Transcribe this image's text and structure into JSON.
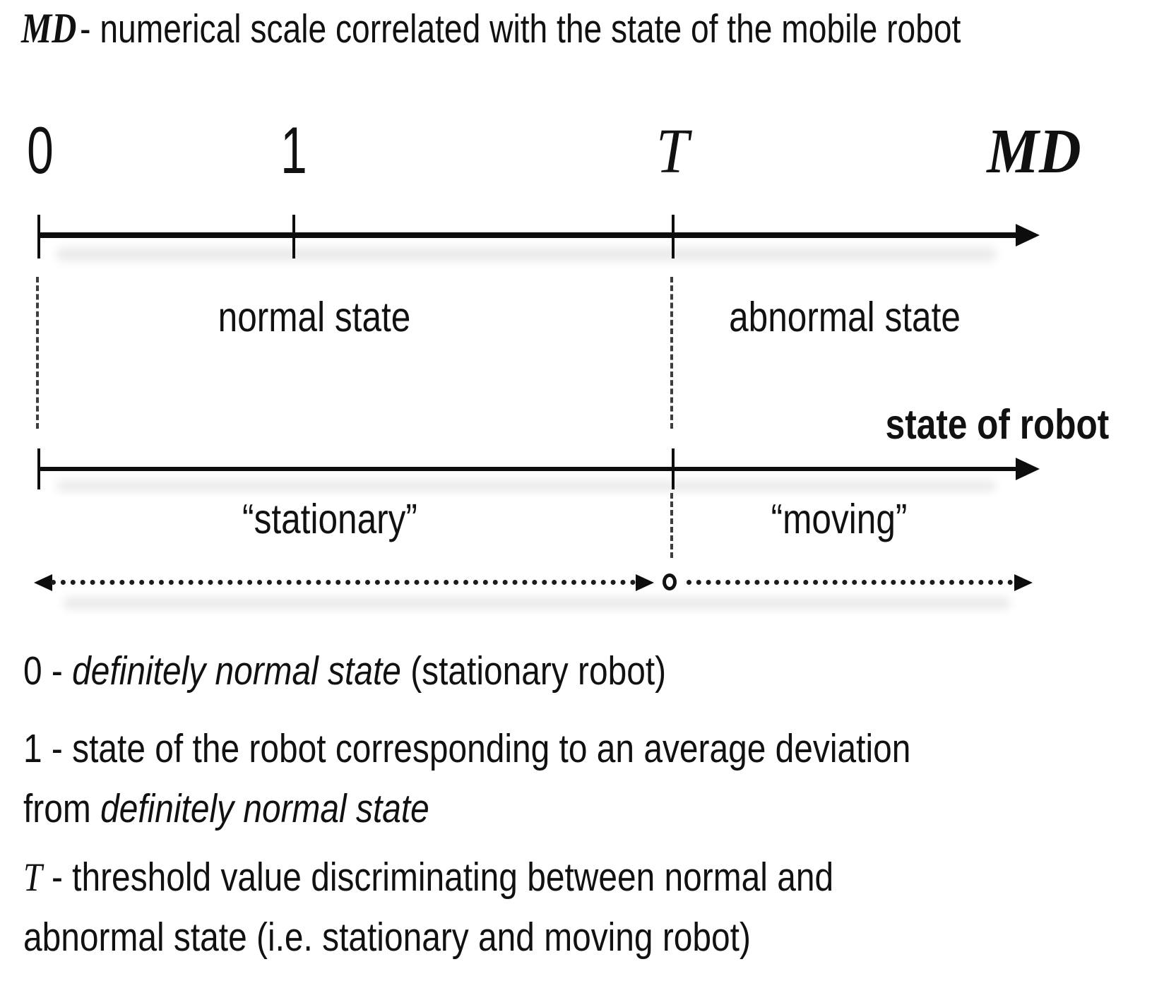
{
  "title": {
    "symbol": "MD",
    "text": "- numerical scale correlated with the state of the mobile robot"
  },
  "md_axis": {
    "tick0": "0",
    "tick1": "1",
    "tickT": "T",
    "symbol": "MD"
  },
  "regions": {
    "normal": "normal state",
    "abnormal": "abnormal state"
  },
  "state_axis": {
    "label": "state of robot",
    "stationary": "“stationary”",
    "moving": "“moving”"
  },
  "notes": [
    {
      "prefix": "0 - ",
      "italic": "definitely normal state",
      "suffix": " (stationary robot)"
    },
    {
      "line1": "1 - state of the robot corresponding to an average deviation",
      "line2_prefix": "from ",
      "line2_italic": "definitely normal state"
    },
    {
      "symbol": "T",
      "line1": "- threshold value discriminating between normal and",
      "line2": "abnormal state (i.e. stationary and moving robot)"
    }
  ],
  "colors": {
    "ink": "#111111",
    "background": "#ffffff"
  }
}
